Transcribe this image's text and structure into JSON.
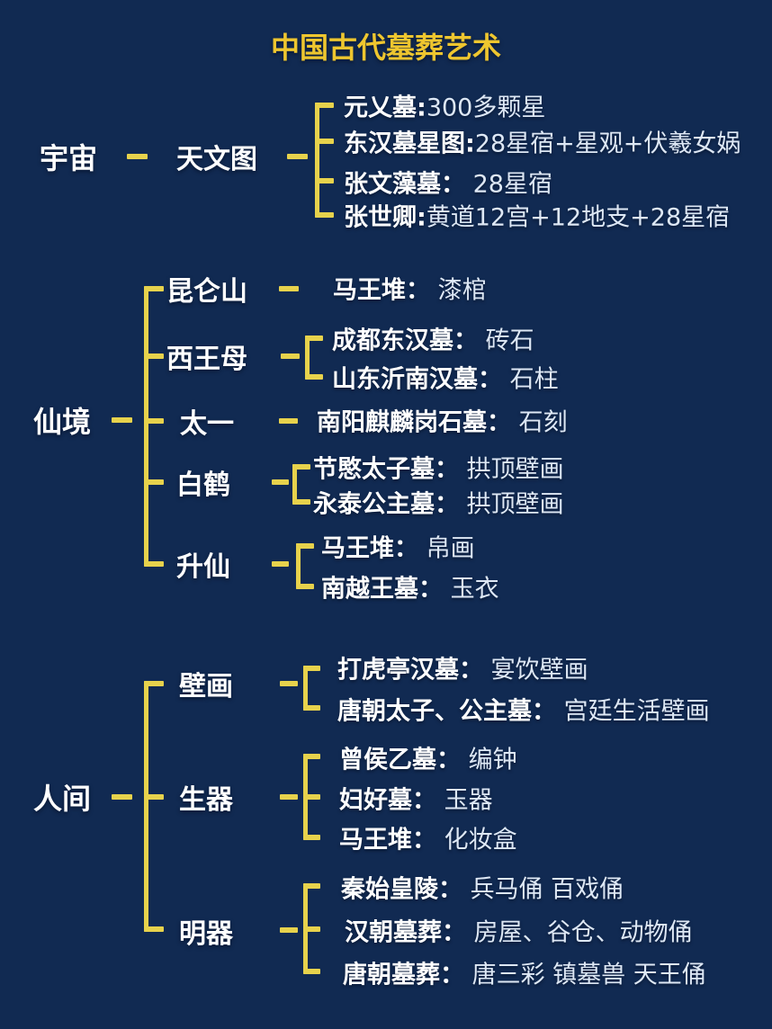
{
  "title": {
    "text": "中国古代墓葬艺术"
  },
  "colors": {
    "background": "#112A52",
    "connector_yellow": "#E7D24C",
    "title_gold": "#EEC62F",
    "label_white": "#FFFFFF",
    "desc_white": "#DEE8F5"
  },
  "tree": {
    "sections": [
      {
        "root": "宇宙",
        "branches": [
          {
            "label": "天文图",
            "leaves": [
              {
                "name": "元乂墓:",
                "desc": "300多颗星"
              },
              {
                "name": "东汉墓星图:",
                "desc": "28星宿+星观+伏羲女娲"
              },
              {
                "name": "张文藻墓：",
                "desc": " 28星宿"
              },
              {
                "name": "张世卿:",
                "desc": "黄道12宫+12地支+28星宿"
              }
            ]
          }
        ]
      },
      {
        "root": "仙境",
        "branches": [
          {
            "label": "昆仑山",
            "leaves": [
              {
                "name": "马王堆：",
                "desc": " 漆棺"
              }
            ]
          },
          {
            "label": "西王母",
            "leaves": [
              {
                "name": "成都东汉墓：",
                "desc": " 砖石"
              },
              {
                "name": "山东沂南汉墓：",
                "desc": " 石柱"
              }
            ]
          },
          {
            "label": "太一",
            "leaves": [
              {
                "name": "南阳麒麟岗石墓：",
                "desc": " 石刻"
              }
            ]
          },
          {
            "label": "白鹤",
            "leaves": [
              {
                "name": "节愍太子墓：",
                "desc": " 拱顶壁画"
              },
              {
                "name": "永泰公主墓：",
                "desc": " 拱顶壁画"
              }
            ]
          },
          {
            "label": "升仙",
            "leaves": [
              {
                "name": "马王堆：",
                "desc": " 帛画"
              },
              {
                "name": "南越王墓：",
                "desc": " 玉衣"
              }
            ]
          }
        ]
      },
      {
        "root": "人间",
        "branches": [
          {
            "label": "壁画",
            "leaves": [
              {
                "name": "打虎亭汉墓：",
                "desc": " 宴饮壁画"
              },
              {
                "name": "唐朝太子、公主墓：",
                "desc": " 宫廷生活壁画"
              }
            ]
          },
          {
            "label": "生器",
            "leaves": [
              {
                "name": "曾侯乙墓：",
                "desc": " 编钟"
              },
              {
                "name": "妇好墓：",
                "desc": " 玉器"
              },
              {
                "name": "马王堆：",
                "desc": " 化妆盒"
              }
            ]
          },
          {
            "label": "明器",
            "leaves": [
              {
                "name": "秦始皇陵：",
                "desc": " 兵马俑 百戏俑"
              },
              {
                "name": "汉朝墓葬：",
                "desc": " 房屋、谷仓、动物俑"
              },
              {
                "name": "唐朝墓葬：",
                "desc": " 唐三彩 镇墓兽 天王俑"
              }
            ]
          }
        ]
      }
    ]
  }
}
